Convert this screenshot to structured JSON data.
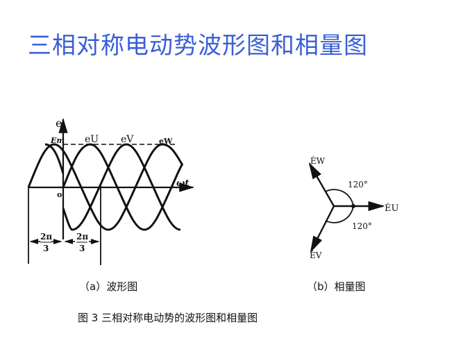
{
  "title": "三相对称电动势波形图和相量图",
  "waveform": {
    "axis_y_label": "e",
    "axis_x_label": "ωt",
    "origin_label": "o",
    "peak_label": "Em",
    "curves": [
      "eU",
      "eV",
      "eW"
    ],
    "interval_labels": [
      {
        "num": "2π",
        "den": "3"
      },
      {
        "num": "2π",
        "den": "3"
      }
    ],
    "caption": "（a）波形图"
  },
  "phasor": {
    "vectors": [
      "ĖU",
      "ĖV",
      "ĖW"
    ],
    "angles": [
      "120°",
      "120°"
    ],
    "caption": "（b）相量图"
  },
  "figure_caption": "图 3  三相对称电动势的波形图和相量图",
  "colors": {
    "title": "#3a5fd6",
    "lines": "#111111"
  }
}
